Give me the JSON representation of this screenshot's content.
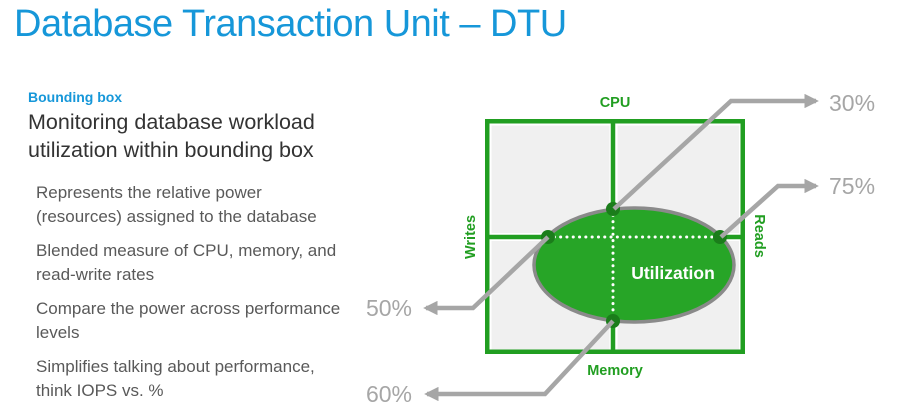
{
  "slide": {
    "title": "Database Transaction Unit – DTU",
    "left_panel": {
      "kicker": "Bounding box",
      "heading": "Monitoring database workload utilization within bounding box",
      "bullets": [
        "Represents the relative power (resources) assigned to the database",
        "Blended measure of CPU, memory, and read-write rates",
        "Compare the power across performance levels",
        "Simplifies talking about performance, think IOPS vs. %"
      ]
    },
    "diagram": {
      "axes": {
        "top": "CPU",
        "bottom": "Memory",
        "left": "Writes",
        "right": "Reads"
      },
      "ellipse_label": "Utilization",
      "callouts": {
        "cpu": "30%",
        "reads": "75%",
        "writes": "50%",
        "memory": "60%"
      },
      "colors": {
        "green": "#219E21",
        "ellipse_green": "#27A527",
        "dot_green": "#1B7D1B",
        "callout_gray": "#A6A6A6",
        "quadrant_fill": "#F0F0F0",
        "ellipse_stroke": "#8A8A8A"
      }
    },
    "colors": {
      "accent_blue": "#1697D9",
      "heading_text": "#333333",
      "body_text": "#595959"
    }
  }
}
